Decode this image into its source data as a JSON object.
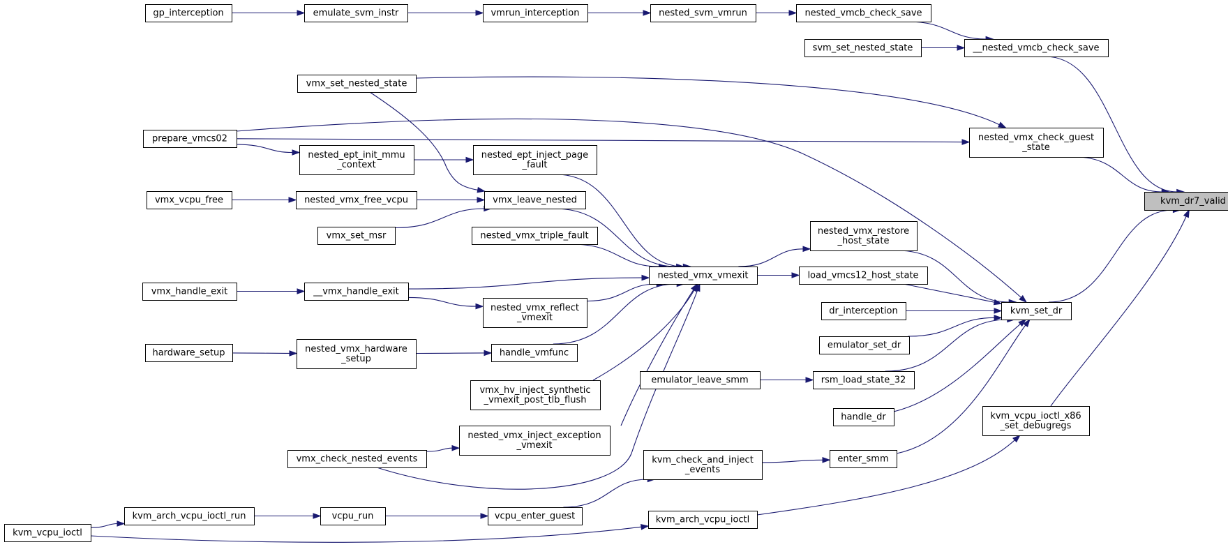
{
  "diagram": {
    "edge_color": "#191970",
    "root_fill": "#bfbfbf",
    "nodes": [
      {
        "id": "kvm_dr7_valid",
        "lines": [
          "kvm_dr7_valid"
        ],
        "root": true
      },
      {
        "id": "__nested_vmcb_check_save",
        "lines": [
          "__nested_vmcb_check_save"
        ]
      },
      {
        "id": "nested_vmcb_check_save",
        "lines": [
          "nested_vmcb_check_save"
        ]
      },
      {
        "id": "svm_set_nested_state",
        "lines": [
          "svm_set_nested_state"
        ]
      },
      {
        "id": "nested_svm_vmrun",
        "lines": [
          "nested_svm_vmrun"
        ]
      },
      {
        "id": "vmrun_interception",
        "lines": [
          "vmrun_interception"
        ]
      },
      {
        "id": "emulate_svm_instr",
        "lines": [
          "emulate_svm_instr"
        ]
      },
      {
        "id": "gp_interception",
        "lines": [
          "gp_interception"
        ]
      },
      {
        "id": "nested_vmx_check_guest_state",
        "lines": [
          "nested_vmx_check_guest",
          "_state"
        ]
      },
      {
        "id": "vmx_set_nested_state",
        "lines": [
          "vmx_set_nested_state"
        ]
      },
      {
        "id": "kvm_set_dr",
        "lines": [
          "kvm_set_dr"
        ]
      },
      {
        "id": "prepare_vmcs02",
        "lines": [
          "prepare_vmcs02"
        ]
      },
      {
        "id": "nested_vmx_restore_host_state",
        "lines": [
          "nested_vmx_restore",
          "_host_state"
        ]
      },
      {
        "id": "load_vmcs12_host_state",
        "lines": [
          "load_vmcs12_host_state"
        ]
      },
      {
        "id": "dr_interception",
        "lines": [
          "dr_interception"
        ]
      },
      {
        "id": "emulator_set_dr",
        "lines": [
          "emulator_set_dr"
        ]
      },
      {
        "id": "rsm_load_state_32",
        "lines": [
          "rsm_load_state_32"
        ]
      },
      {
        "id": "handle_dr",
        "lines": [
          "handle_dr"
        ]
      },
      {
        "id": "enter_smm",
        "lines": [
          "enter_smm"
        ]
      },
      {
        "id": "kvm_vcpu_ioctl_x86_set_debugregs",
        "lines": [
          "kvm_vcpu_ioctl_x86",
          "_set_debugregs"
        ]
      },
      {
        "id": "nested_vmx_vmexit",
        "lines": [
          "nested_vmx_vmexit"
        ]
      },
      {
        "id": "emulator_leave_smm",
        "lines": [
          "emulator_leave_smm"
        ]
      },
      {
        "id": "kvm_check_and_inject_events",
        "lines": [
          "kvm_check_and_inject",
          "_events"
        ]
      },
      {
        "id": "kvm_arch_vcpu_ioctl",
        "lines": [
          "kvm_arch_vcpu_ioctl"
        ]
      },
      {
        "id": "nested_ept_inject_page_fault",
        "lines": [
          "nested_ept_inject_page",
          "_fault"
        ]
      },
      {
        "id": "vmx_leave_nested",
        "lines": [
          "vmx_leave_nested"
        ]
      },
      {
        "id": "nested_vmx_triple_fault",
        "lines": [
          "nested_vmx_triple_fault"
        ]
      },
      {
        "id": "__vmx_handle_exit",
        "lines": [
          "__vmx_handle_exit"
        ]
      },
      {
        "id": "nested_vmx_reflect_vmexit",
        "lines": [
          "nested_vmx_reflect",
          "_vmexit"
        ]
      },
      {
        "id": "handle_vmfunc",
        "lines": [
          "handle_vmfunc"
        ]
      },
      {
        "id": "vmx_hv_inject_synthetic_vmexit_post_tlb_flush",
        "lines": [
          "vmx_hv_inject_synthetic",
          "_vmexit_post_tlb_flush"
        ]
      },
      {
        "id": "nested_vmx_inject_exception_vmexit",
        "lines": [
          "nested_vmx_inject_exception",
          "_vmexit"
        ]
      },
      {
        "id": "vmx_check_nested_events",
        "lines": [
          "vmx_check_nested_events"
        ]
      },
      {
        "id": "nested_ept_init_mmu_context",
        "lines": [
          "nested_ept_init_mmu",
          "_context"
        ]
      },
      {
        "id": "nested_vmx_free_vcpu",
        "lines": [
          "nested_vmx_free_vcpu"
        ]
      },
      {
        "id": "vmx_set_msr",
        "lines": [
          "vmx_set_msr"
        ]
      },
      {
        "id": "vmx_vcpu_free",
        "lines": [
          "vmx_vcpu_free"
        ]
      },
      {
        "id": "vmx_handle_exit",
        "lines": [
          "vmx_handle_exit"
        ]
      },
      {
        "id": "nested_vmx_hardware_setup",
        "lines": [
          "nested_vmx_hardware",
          "_setup"
        ]
      },
      {
        "id": "hardware_setup",
        "lines": [
          "hardware_setup"
        ]
      },
      {
        "id": "vcpu_enter_guest",
        "lines": [
          "vcpu_enter_guest"
        ]
      },
      {
        "id": "vcpu_run",
        "lines": [
          "vcpu_run"
        ]
      },
      {
        "id": "kvm_arch_vcpu_ioctl_run",
        "lines": [
          "kvm_arch_vcpu_ioctl_run"
        ]
      },
      {
        "id": "kvm_vcpu_ioctl",
        "lines": [
          "kvm_vcpu_ioctl"
        ]
      }
    ],
    "edges": [
      [
        "__nested_vmcb_check_save",
        "kvm_dr7_valid"
      ],
      [
        "nested_vmx_check_guest_state",
        "kvm_dr7_valid"
      ],
      [
        "kvm_set_dr",
        "kvm_dr7_valid"
      ],
      [
        "kvm_vcpu_ioctl_x86_set_debugregs",
        "kvm_dr7_valid"
      ],
      [
        "nested_vmcb_check_save",
        "__nested_vmcb_check_save"
      ],
      [
        "svm_set_nested_state",
        "__nested_vmcb_check_save"
      ],
      [
        "nested_svm_vmrun",
        "nested_vmcb_check_save"
      ],
      [
        "vmrun_interception",
        "nested_svm_vmrun"
      ],
      [
        "emulate_svm_instr",
        "vmrun_interception"
      ],
      [
        "gp_interception",
        "emulate_svm_instr"
      ],
      [
        "vmx_set_nested_state",
        "nested_vmx_check_guest_state"
      ],
      [
        "prepare_vmcs02",
        "nested_vmx_check_guest_state"
      ],
      [
        "nested_vmx_restore_host_state",
        "kvm_set_dr"
      ],
      [
        "load_vmcs12_host_state",
        "kvm_set_dr"
      ],
      [
        "dr_interception",
        "kvm_set_dr"
      ],
      [
        "emulator_set_dr",
        "kvm_set_dr"
      ],
      [
        "rsm_load_state_32",
        "kvm_set_dr"
      ],
      [
        "handle_dr",
        "kvm_set_dr"
      ],
      [
        "enter_smm",
        "kvm_set_dr"
      ],
      [
        "prepare_vmcs02",
        "kvm_set_dr"
      ],
      [
        "nested_vmx_vmexit",
        "nested_vmx_restore_host_state"
      ],
      [
        "nested_vmx_vmexit",
        "load_vmcs12_host_state"
      ],
      [
        "emulator_leave_smm",
        "rsm_load_state_32"
      ],
      [
        "kvm_check_and_inject_events",
        "enter_smm"
      ],
      [
        "kvm_arch_vcpu_ioctl",
        "kvm_vcpu_ioctl_x86_set_debugregs"
      ],
      [
        "nested_ept_inject_page_fault",
        "nested_vmx_vmexit"
      ],
      [
        "vmx_leave_nested",
        "nested_vmx_vmexit"
      ],
      [
        "nested_vmx_triple_fault",
        "nested_vmx_vmexit"
      ],
      [
        "__vmx_handle_exit",
        "nested_vmx_vmexit"
      ],
      [
        "nested_vmx_reflect_vmexit",
        "nested_vmx_vmexit"
      ],
      [
        "handle_vmfunc",
        "nested_vmx_vmexit"
      ],
      [
        "vmx_hv_inject_synthetic_vmexit_post_tlb_flush",
        "nested_vmx_vmexit"
      ],
      [
        "nested_vmx_inject_exception_vmexit",
        "nested_vmx_vmexit"
      ],
      [
        "vmx_check_nested_events",
        "nested_vmx_vmexit"
      ],
      [
        "nested_ept_init_mmu_context",
        "nested_ept_inject_page_fault"
      ],
      [
        "prepare_vmcs02",
        "nested_ept_init_mmu_context"
      ],
      [
        "vmx_set_nested_state",
        "vmx_leave_nested"
      ],
      [
        "nested_vmx_free_vcpu",
        "vmx_leave_nested"
      ],
      [
        "vmx_set_msr",
        "vmx_leave_nested"
      ],
      [
        "vmx_vcpu_free",
        "nested_vmx_free_vcpu"
      ],
      [
        "vmx_handle_exit",
        "__vmx_handle_exit"
      ],
      [
        "__vmx_handle_exit",
        "nested_vmx_reflect_vmexit"
      ],
      [
        "nested_vmx_hardware_setup",
        "handle_vmfunc"
      ],
      [
        "hardware_setup",
        "nested_vmx_hardware_setup"
      ],
      [
        "vmx_check_nested_events",
        "nested_vmx_inject_exception_vmexit"
      ],
      [
        "vcpu_enter_guest",
        "kvm_check_and_inject_events"
      ],
      [
        "vcpu_run",
        "vcpu_enter_guest"
      ],
      [
        "kvm_arch_vcpu_ioctl_run",
        "vcpu_run"
      ],
      [
        "kvm_vcpu_ioctl",
        "kvm_arch_vcpu_ioctl_run"
      ],
      [
        "kvm_vcpu_ioctl",
        "kvm_arch_vcpu_ioctl"
      ]
    ]
  }
}
